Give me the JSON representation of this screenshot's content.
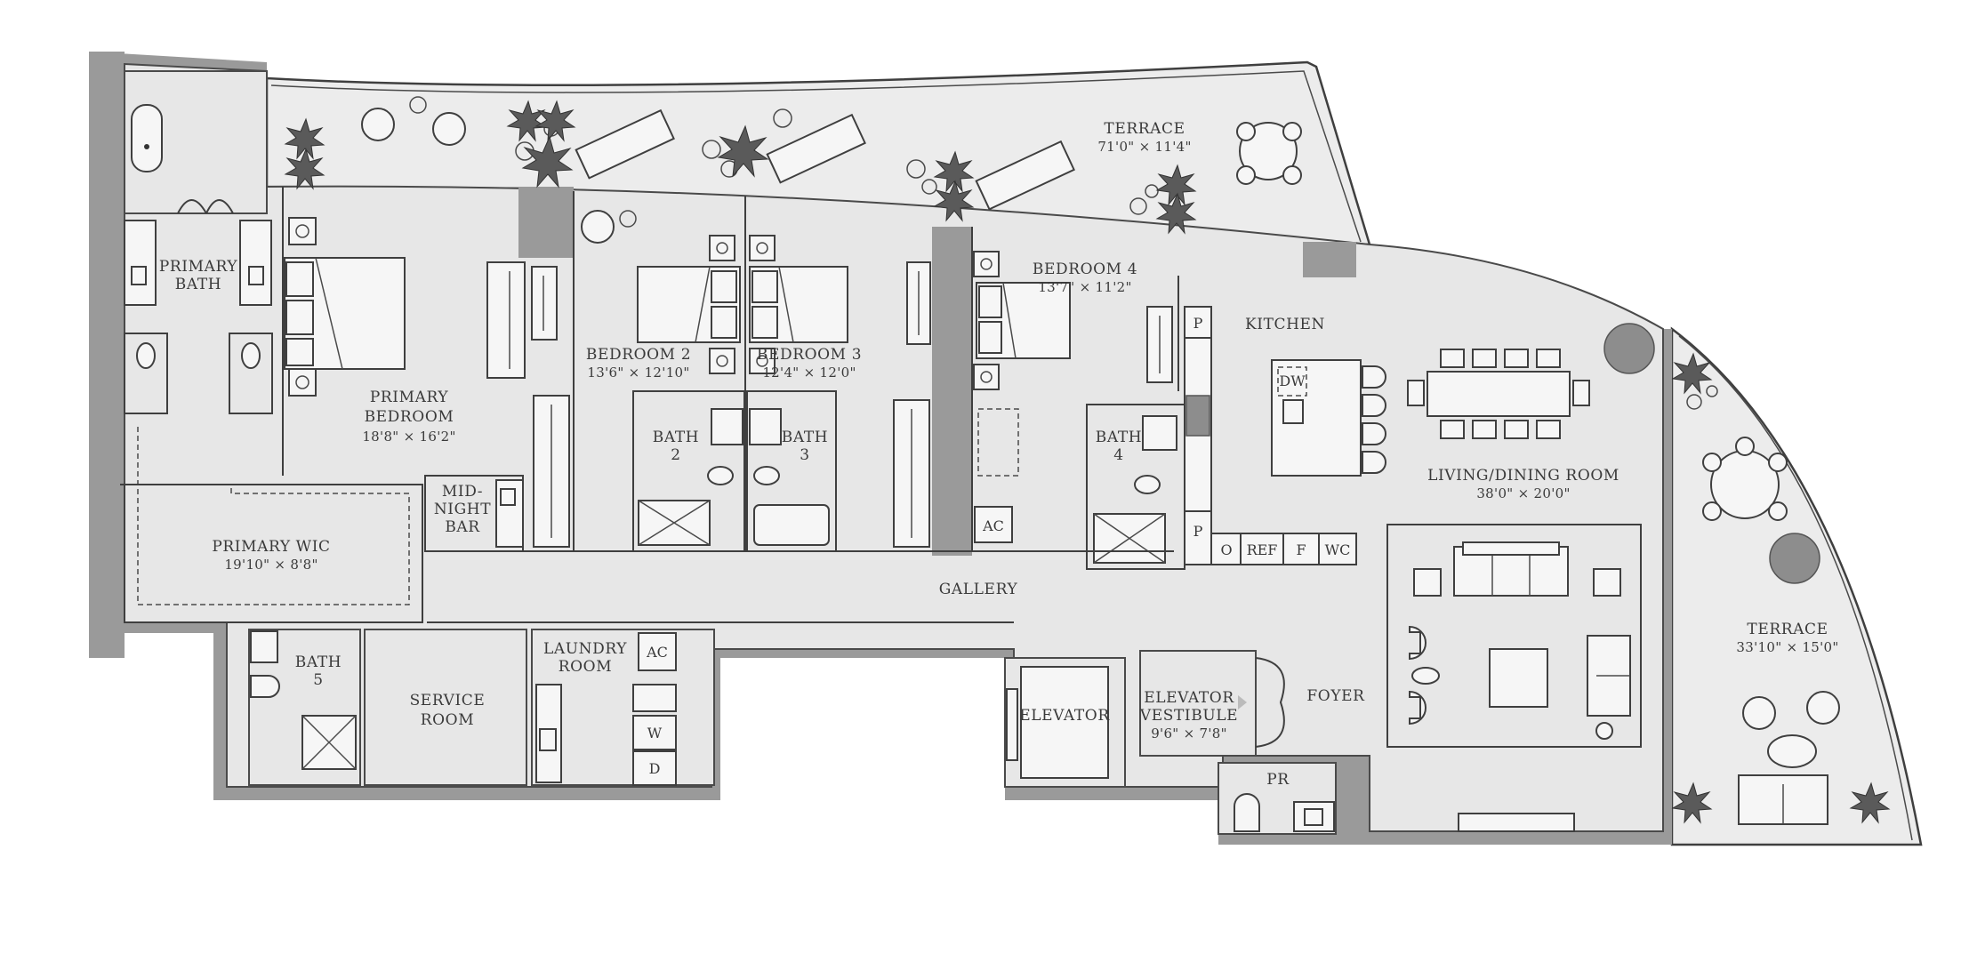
{
  "rooms": {
    "terrace_top": {
      "name": "TERRACE",
      "dim": "71'0\" × 11'4\""
    },
    "terrace_right": {
      "name": "TERRACE",
      "dim": "33'10\" × 15'0\""
    },
    "primary_bath": {
      "name_line1": "PRIMARY",
      "name_line2": "BATH"
    },
    "primary_bedroom": {
      "name_line1": "PRIMARY",
      "name_line2": "BEDROOM",
      "dim": "18'8\" × 16'2\""
    },
    "bedroom_2": {
      "name": "BEDROOM 2",
      "dim": "13'6\" × 12'10\""
    },
    "bedroom_3": {
      "name": "BEDROOM 3",
      "dim": "12'4\" × 12'0\""
    },
    "bedroom_4": {
      "name": "BEDROOM 4",
      "dim": "13'7\" × 11'2\""
    },
    "kitchen": {
      "name": "KITCHEN"
    },
    "living_dining": {
      "name": "LIVING/DINING ROOM",
      "dim": "38'0\" × 20'0\""
    },
    "bath_2": {
      "line1": "BATH",
      "line2": "2"
    },
    "bath_3": {
      "line1": "BATH",
      "line2": "3"
    },
    "bath_4": {
      "line1": "BATH",
      "line2": "4"
    },
    "bath_5": {
      "line1": "BATH",
      "line2": "5"
    },
    "midnight_bar": {
      "line1": "MID-",
      "line2": "NIGHT",
      "line3": "BAR"
    },
    "primary_wic": {
      "name": "PRIMARY WIC",
      "dim": "19'10\" × 8'8\""
    },
    "gallery": {
      "name": "GALLERY"
    },
    "service_room": {
      "line1": "SERVICE",
      "line2": "ROOM"
    },
    "laundry_room": {
      "line1": "LAUNDRY",
      "line2": "ROOM"
    },
    "elevator": {
      "name": "ELEVATOR"
    },
    "elevator_vestibule": {
      "line1": "ELEVATOR",
      "line2": "VESTIBULE",
      "dim": "9'6\" × 7'8\""
    },
    "foyer": {
      "name": "FOYER"
    },
    "powder_room": {
      "name": "PR"
    }
  },
  "fixtures": {
    "ac": "AC",
    "dw": "DW",
    "pantry": "P",
    "oven": "O",
    "refrigerator": "REF",
    "freezer": "F",
    "wine_cooler": "WC",
    "washer": "W",
    "dryer": "D"
  }
}
